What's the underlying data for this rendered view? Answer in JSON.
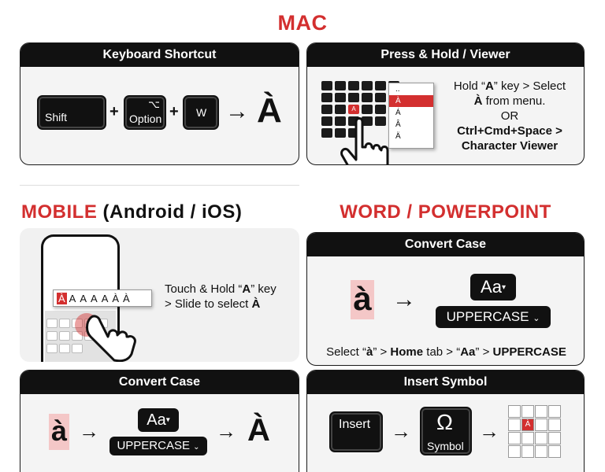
{
  "headings": {
    "mac": "MAC",
    "mobile_main": "MOBILE",
    "mobile_sub": "(Android / iOS)",
    "word": "WORD / POWERPOINT"
  },
  "keyboard_shortcut": {
    "title": "Keyboard Shortcut",
    "shift": "Shift",
    "option_symbol": "⌥",
    "option": "Option",
    "w": "W",
    "plus": "+",
    "arrow": "→",
    "result": "À"
  },
  "press_hold": {
    "title": "Press & Hold / Viewer",
    "menu_items": [
      "..",
      "À",
      "Á",
      "Â",
      "Ä"
    ],
    "highlight_key": "A",
    "line1_a": "Hold “",
    "line1_b": "A",
    "line1_c": "” key > Select",
    "line2_a": "À",
    "line2_b": " from menu.",
    "line3": "OR",
    "line4": "Ctrl+Cmd+Space >",
    "line5": "Character Viewer"
  },
  "mobile": {
    "popup_letters": [
      "À",
      "A",
      "A",
      "A",
      "A",
      "À",
      "À"
    ],
    "line1_a": "Touch & Hold “",
    "line1_b": "A",
    "line1_c": "” key",
    "line2_a": "> Slide to select ",
    "line2_b": "À"
  },
  "word_convert": {
    "title": "Convert Case",
    "letter": "à",
    "arrow": "→",
    "aa": "Aa",
    "uppercase": "UPPERCASE",
    "inst_a": "Select “",
    "inst_b": "à",
    "inst_c": "” > ",
    "inst_d": "Home",
    "inst_e": " tab > “",
    "inst_f": "Aa",
    "inst_g": "” > ",
    "inst_h": "UPPERCASE"
  },
  "mobile_convert": {
    "title": "Convert Case",
    "letter": "à",
    "arrow": "→",
    "aa": "Aa",
    "uppercase": "UPPERCASE",
    "result": "À"
  },
  "insert_symbol": {
    "title": "Insert Symbol",
    "insert": "Insert",
    "arrow": "→",
    "omega": "Ω",
    "symbol": "Symbol",
    "grid_char": "À"
  }
}
